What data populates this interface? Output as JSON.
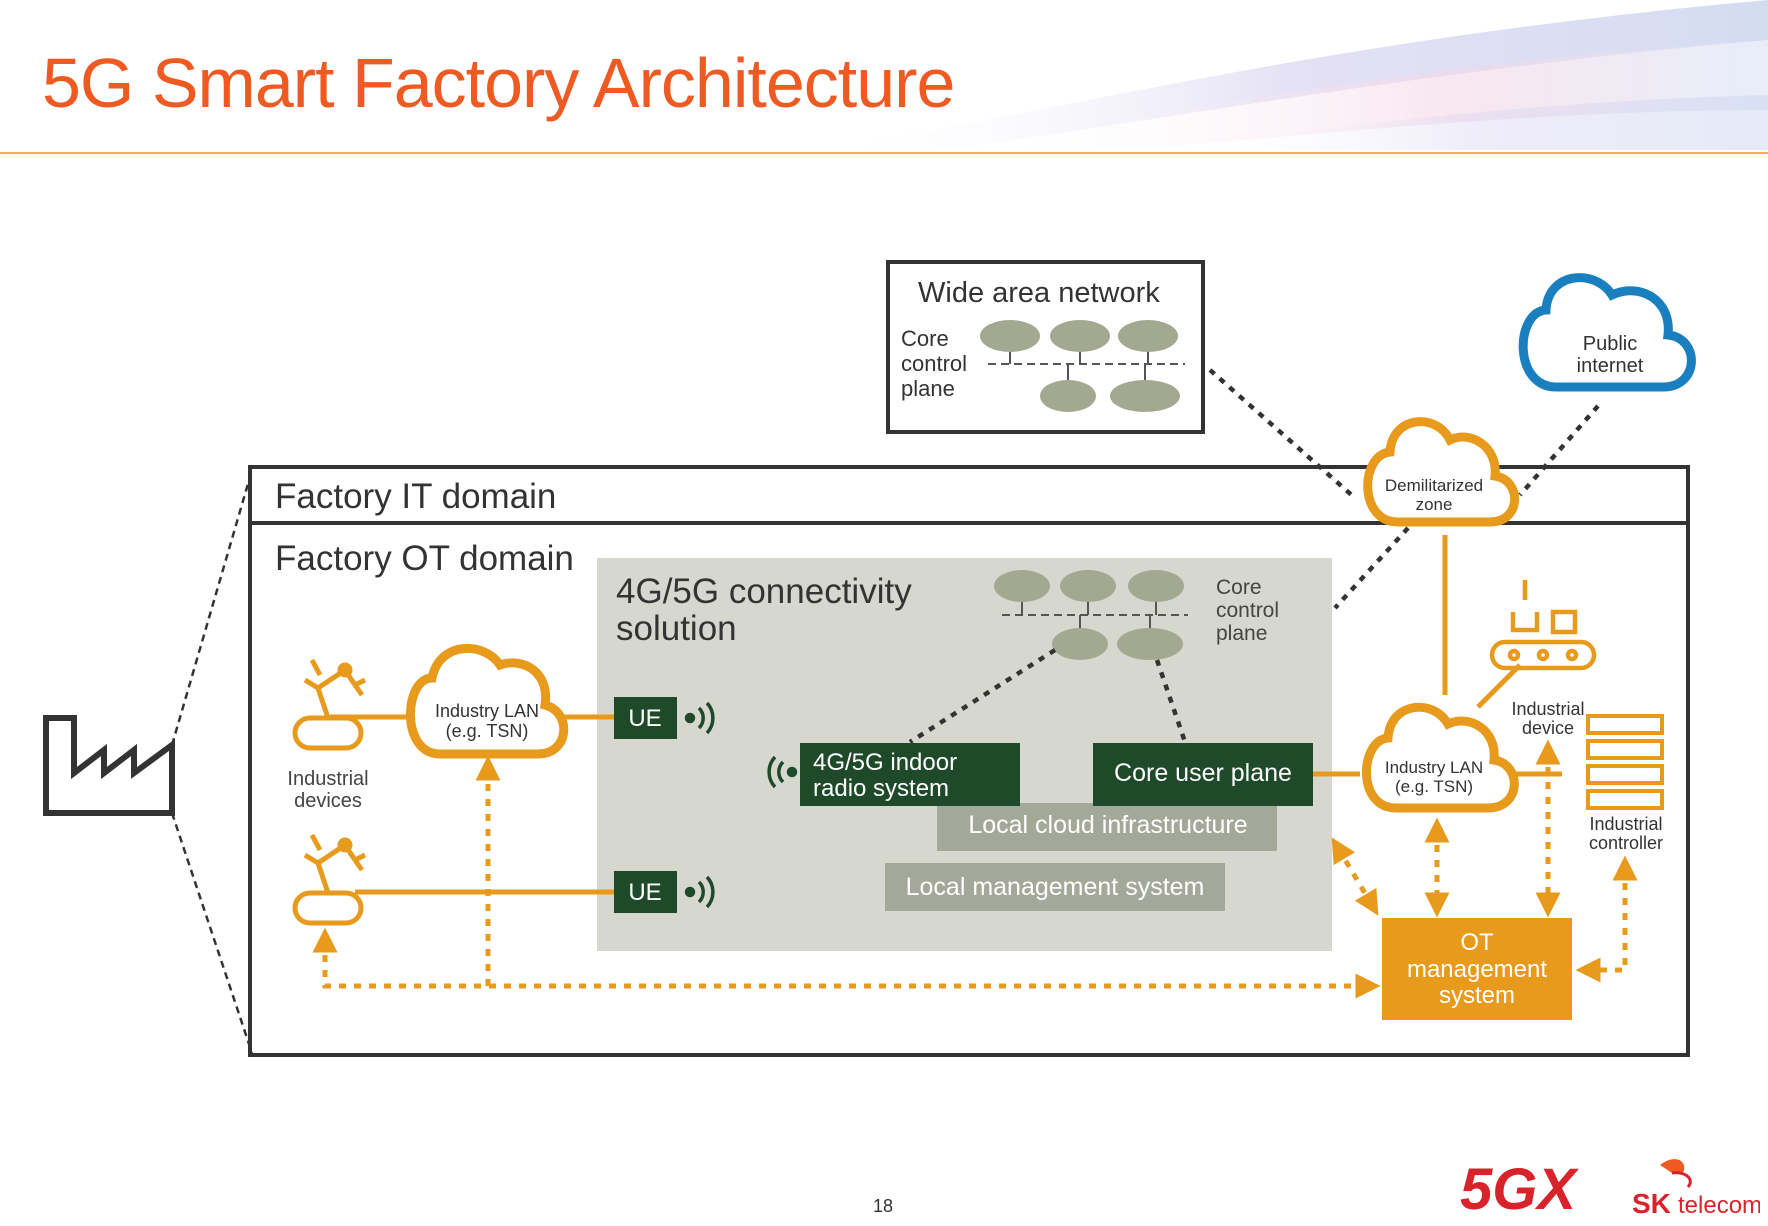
{
  "slide": {
    "title": "5G Smart Factory Architecture",
    "page_number": "18"
  },
  "diagram": {
    "wan_box": {
      "title": "Wide area network",
      "core_label": [
        "Core",
        "control",
        "plane"
      ]
    },
    "public_internet": [
      "Public",
      "internet"
    ],
    "dmz": [
      "Demilitarized",
      "zone"
    ],
    "it_domain": "Factory IT domain",
    "ot_domain": "Factory OT domain",
    "connectivity": {
      "title": [
        "4G/5G connectivity",
        "solution"
      ],
      "core_label": [
        "Core",
        "control",
        "plane"
      ],
      "radio": [
        "4G/5G indoor",
        "radio system"
      ],
      "core_user_plane": "Core user plane",
      "local_cloud": "Local cloud infrastructure",
      "local_mgmt": "Local management system"
    },
    "left_lan": [
      "Industry LAN",
      "(e.g. TSN)"
    ],
    "right_lan": [
      "Industry LAN",
      "(e.g. TSN)"
    ],
    "ue_label": "UE",
    "industrial_devices": [
      "Industrial",
      "devices"
    ],
    "industrial_device": [
      "Industrial",
      "device"
    ],
    "industrial_controller": [
      "Industrial",
      "controller"
    ],
    "ot_mgmt": [
      "OT",
      "management",
      "system"
    ]
  },
  "branding": {
    "logo_5gx": "5GX",
    "logo_sk": "SK",
    "logo_telecom": "telecom"
  },
  "colors": {
    "accent_orange": "#e89a1c",
    "title_orange": "#ef5a22",
    "dark_green": "#1f4a2a",
    "grey_panel": "#d6d8d0",
    "grey_box": "#a3a899",
    "node_grey": "#a3a890",
    "internet_blue": "#1a7fbf"
  }
}
